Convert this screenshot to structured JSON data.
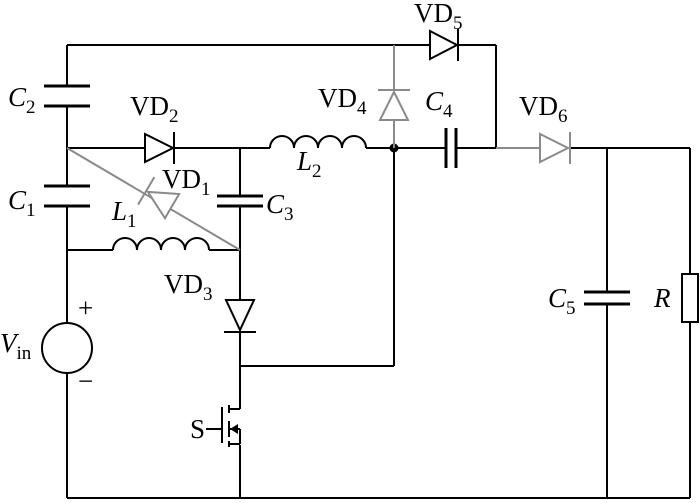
{
  "labels": {
    "C1": {
      "base": "C",
      "sub": "1"
    },
    "C2": {
      "base": "C",
      "sub": "2"
    },
    "C3": {
      "base": "C",
      "sub": "3"
    },
    "C4": {
      "base": "C",
      "sub": "4"
    },
    "C5": {
      "base": "C",
      "sub": "5"
    },
    "L1": {
      "base": "L",
      "sub": "1"
    },
    "L2": {
      "base": "L",
      "sub": "2"
    },
    "VD1": {
      "base": "VD",
      "sub": "1"
    },
    "VD2": {
      "base": "VD",
      "sub": "2"
    },
    "VD3": {
      "base": "VD",
      "sub": "3"
    },
    "VD4": {
      "base": "VD",
      "sub": "4"
    },
    "VD5": {
      "base": "VD",
      "sub": "5"
    },
    "VD6": {
      "base": "VD",
      "sub": "6"
    },
    "Vin": {
      "base": "V",
      "sub": "in"
    },
    "R": "R",
    "S": "S",
    "plus": "+",
    "minus": "−"
  },
  "colors": {
    "wire": "#000000",
    "grey_path": "#8a8a8a",
    "background": "#ffffff"
  }
}
